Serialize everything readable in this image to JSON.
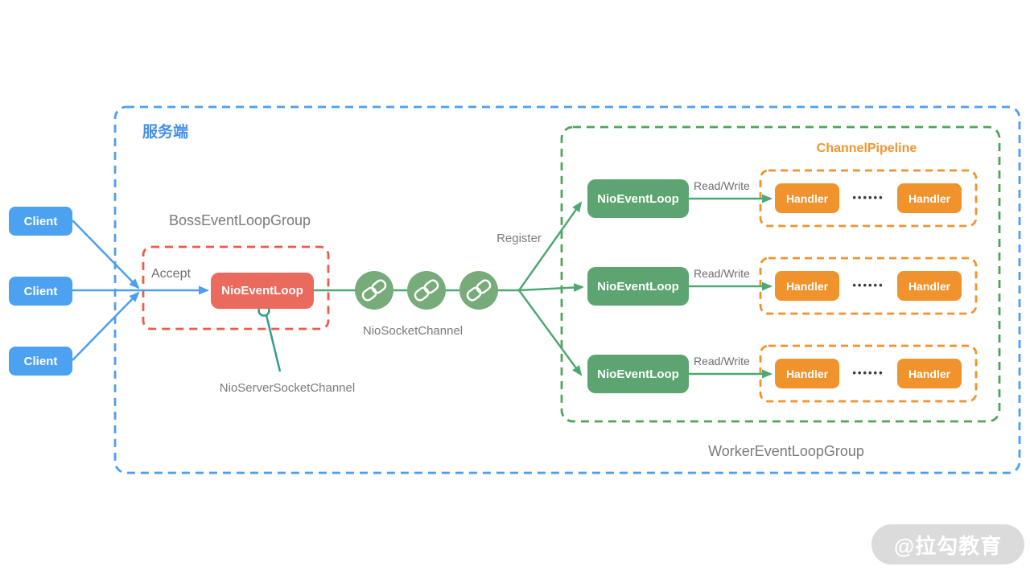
{
  "colors": {
    "blue": "#4c9ff0",
    "blue_text": "#4390e8",
    "red_fill": "#eb6a5e",
    "red_border": "#ee5b4d",
    "green_fill": "#5ca570",
    "green_circle": "#77ab79",
    "green_line": "#4ea873",
    "green_border": "#4fa45a",
    "teal": "#2e9c8e",
    "orange": "#f0932d",
    "gray_text": "#7a7a7a",
    "watermark_bg": "#dcdcdc"
  },
  "server_group": {
    "label": "服务端"
  },
  "clients": [
    {
      "label": "Client"
    },
    {
      "label": "Client"
    },
    {
      "label": "Client"
    }
  ],
  "boss_group": {
    "title": "BossEventLoopGroup",
    "accept_label": "Accept",
    "eventloop_label": "NioEventLoop",
    "server_socket_channel_label": "NioServerSocketChannel"
  },
  "channel": {
    "socket_channel_label": "NioSocketChannel",
    "register_label": "Register"
  },
  "worker_group": {
    "title": "WorkerEventLoopGroup",
    "pipeline_title": "ChannelPipeline",
    "rows": [
      {
        "eventloop_label": "NioEventLoop",
        "readwrite_label": "Read/Write",
        "handler_left_label": "Handler",
        "dots": "••••••",
        "handler_right_label": "Handler"
      },
      {
        "eventloop_label": "NioEventLoop",
        "readwrite_label": "Read/Write",
        "handler_left_label": "Handler",
        "dots": "••••••",
        "handler_right_label": "Handler"
      },
      {
        "eventloop_label": "NioEventLoop",
        "readwrite_label": "Read/Write",
        "handler_left_label": "Handler",
        "dots": "••••••",
        "handler_right_label": "Handler"
      }
    ]
  },
  "watermark": {
    "label": "@拉勾教育"
  }
}
